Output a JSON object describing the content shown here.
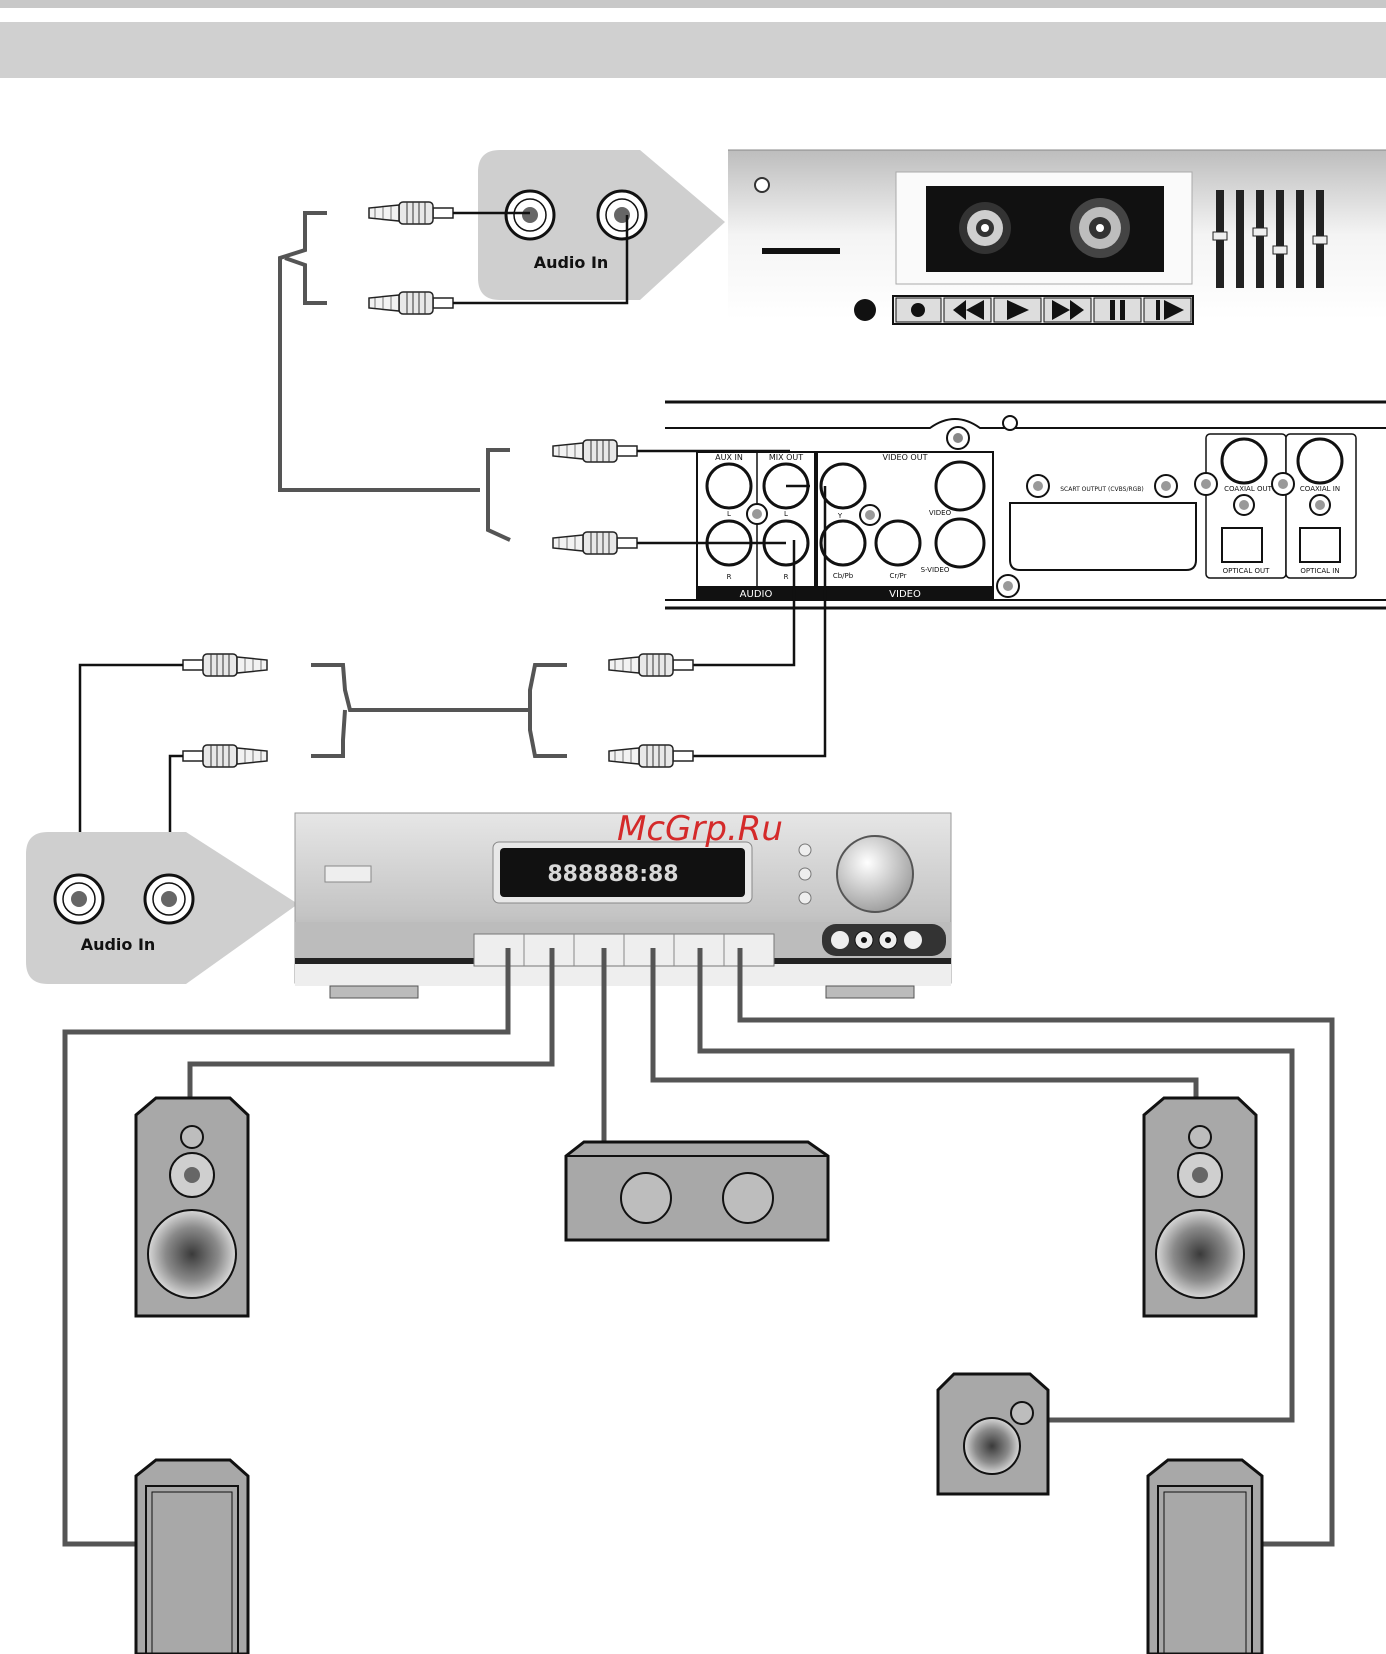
{
  "labels": {
    "audio_in_top": "Audio In",
    "audio_in_bottom": "Audio In",
    "aux_in": "AUX IN",
    "mix_out": "MIX OUT",
    "video_out": "VIDEO OUT",
    "l": "L",
    "r": "R",
    "y": "Y",
    "cb_pb": "Cb/Pb",
    "cr_pr": "Cr/Pr",
    "video": "VIDEO",
    "s_video": "S-VIDEO",
    "audio_section": "AUDIO",
    "video_section": "VIDEO",
    "scart_output": "SCART OUTPUT (CVBS/RGB)",
    "coaxial_out": "COAXIAL OUT",
    "optical_out": "OPTICAL OUT",
    "coaxial_in": "COAXIAL IN",
    "optical_in": "OPTICAL IN"
  },
  "watermark": "McGrp.Ru",
  "receiver_display": "888888:88",
  "colors": {
    "header_band": "#d0d0d0",
    "callout_grey": "#cfcfcf",
    "speaker_grey": "#a8a8a8",
    "watermark_red": "#d42a2a",
    "cable": "#555555"
  }
}
